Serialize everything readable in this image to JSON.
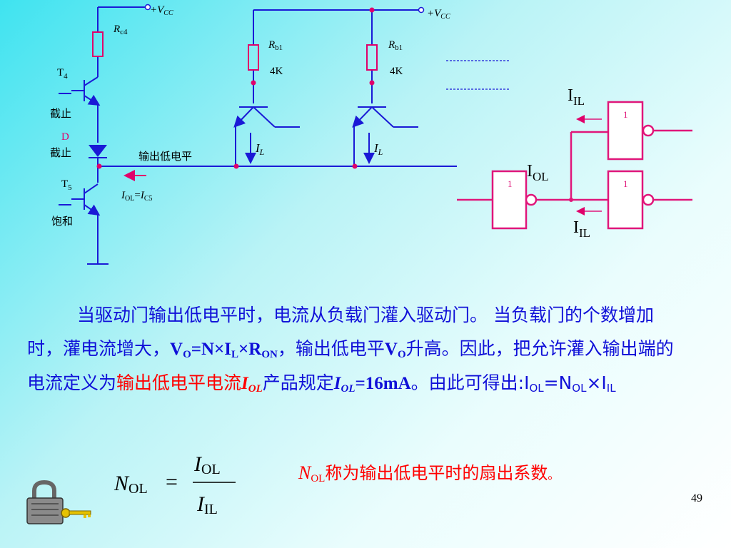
{
  "circuit_left": {
    "vcc_label_a": "+V",
    "vcc_label_b": "CC",
    "rc4_a": "R",
    "rc4_b": "c4",
    "t4_a": "T",
    "t4_b": "4",
    "t4_state": "截止",
    "diode_label": "D",
    "diode_state": "截止",
    "t5_a": "T",
    "t5_b": "5",
    "t5_state": "饱和",
    "output_low_label": "输出低电平",
    "iol_a": "I",
    "iol_b": "OL",
    "iol_eq": "=",
    "iol_c": "I",
    "iol_d": "C5"
  },
  "circuit_right": {
    "vcc_label_a": "+V",
    "vcc_label_b": "CC",
    "rb1_a": "R",
    "rb1_b": "b1",
    "rb1_value": "4K",
    "il_a": "I",
    "il_b": "L"
  },
  "gates": {
    "gate_mark": "1",
    "iil_a": "I",
    "iil_b": "IL",
    "iol_a": "I",
    "iol_b": "OL"
  },
  "paragraph": {
    "s1": "当驱动门输出低电平时，电流从负载门灌入驱动门。 当负载门的个数增加时，灌电流增大，",
    "vo_v": "V",
    "vo_sub": "O",
    "eq_mid": "=N×",
    "il_i": "I",
    "il_sub": "L",
    "times": "×",
    "ron_r": "R",
    "ron_sub": "ON",
    "s2": "，输出低电平",
    "vo2_v": "V",
    "vo2_sub": "O",
    "s3": "升高。因此，把允许灌入输出端的电流定义为",
    "red_text": "输出低电平电流",
    "red_i": "I",
    "red_sub": "OL",
    "s4": "产品规定",
    "iol_i": "I",
    "iol_sub": "OL",
    "iol_val": "=16mA",
    "s5": "。由此可得出:I",
    "f_sub1": "OL",
    "f_eq": "=N",
    "f_sub2": "OL",
    "f_times": "×I",
    "f_sub3": "IL"
  },
  "formula": {
    "lhs_n": "N",
    "lhs_sub": "OL",
    "eq": "=",
    "num_i": "I",
    "num_sub": "OL",
    "den_i": "I",
    "den_sub": "IL"
  },
  "note": {
    "n": "N",
    "sub": "OL",
    "text": "称为输出低电平时的扇出系数",
    "period": "。"
  },
  "page_number": "49",
  "colors": {
    "wire": "#1a1ad6",
    "component": "#e0006a",
    "gate": "#e0167a",
    "red_text": "#ff0000",
    "text_blue": "#1010d8"
  }
}
